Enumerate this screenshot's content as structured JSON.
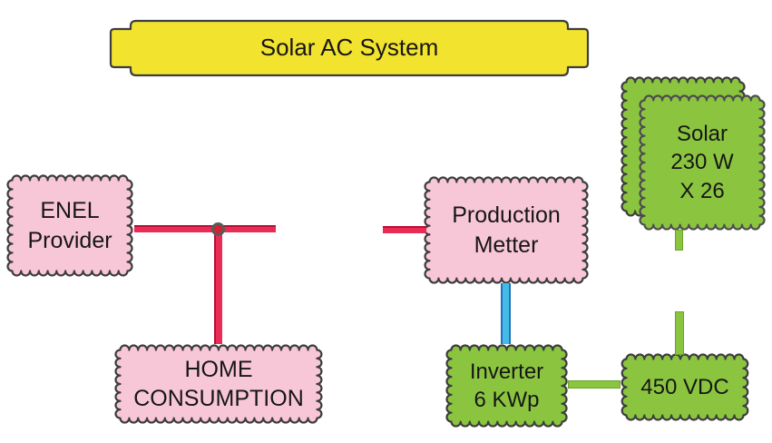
{
  "diagram": {
    "banner": "Solar AC System",
    "nodes": {
      "enel": "ENEL\nProvider",
      "production": "Production\nMetter",
      "home": "HOME\nCONSUMPTION",
      "solar": "Solar\n230 W\nX 26",
      "inverter": "Inverter\n6 KWp",
      "vdc": "450 VDC"
    }
  },
  "colors": {
    "banner_fill": "#f2e32e",
    "pink_fill": "#f8c7d7",
    "green_fill": "#8bc540",
    "outline": "#3d3d3d",
    "outline_front": "#4d4d4d",
    "line_red": "#e82c55",
    "line_red_dark": "#b70f35",
    "line_blue": "#47bbe8",
    "line_blue_dark": "#1b74bc",
    "line_green": "#8bc540",
    "line_green_dark": "#6aa32e",
    "junction_fill": "#d61f30",
    "junction_ring": "#5a5a5a",
    "text": "#161616"
  }
}
